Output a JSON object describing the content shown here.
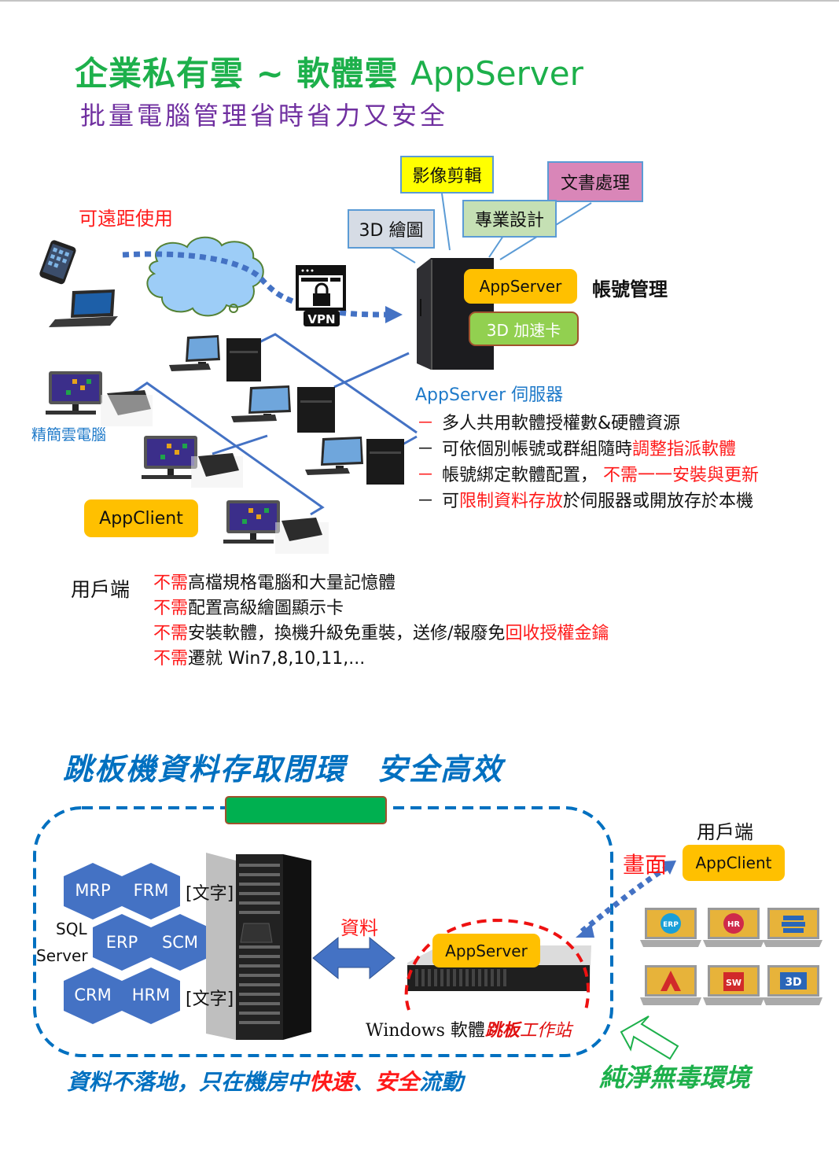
{
  "header": {
    "title_cn": "企業私有雲 ~ 軟體雲",
    "title_en": "AppServer",
    "subtitle": "批量電腦管理省時省力又安全"
  },
  "diagram1": {
    "remote_label": "可遠距使用",
    "vpn_label": "VPN",
    "callouts": [
      {
        "label": "影像剪輯",
        "color": "#ffff00"
      },
      {
        "label": "文書處理",
        "color": "#d986b8"
      },
      {
        "label": "專業設計",
        "color": "#c5e0b4"
      },
      {
        "label": "3D 繪圖",
        "color": "#d6dce5"
      }
    ],
    "server_badge": "AppServer",
    "gpu_badge": "3D 加速卡",
    "account_mgmt": "帳號管理",
    "server_caption": "AppServer 伺服器",
    "thin_client_label": "精簡雲電腦",
    "appclient_badge": "AppClient",
    "features": [
      {
        "dash_red": true,
        "parts": [
          {
            "t": "多人共用軟體授權數&硬體資源",
            "red": false
          }
        ]
      },
      {
        "dash_red": false,
        "parts": [
          {
            "t": "可依個別帳號或群組隨時",
            "red": false
          },
          {
            "t": "調整指派軟體",
            "red": true
          }
        ]
      },
      {
        "dash_red": true,
        "parts": [
          {
            "t": "帳號綁定軟體配置， ",
            "red": false
          },
          {
            "t": "不需一一安裝與更新",
            "red": true
          }
        ]
      },
      {
        "dash_red": false,
        "parts": [
          {
            "t": "可",
            "red": false
          },
          {
            "t": "限制資料存放",
            "red": true
          },
          {
            "t": "於伺服器或開放存於本機",
            "red": false
          }
        ]
      }
    ],
    "dash_char": "－"
  },
  "client_section": {
    "label": "用戶端",
    "rows": [
      [
        {
          "t": "不需",
          "red": true
        },
        {
          "t": "高檔規格電腦和大量記憶體",
          "red": false
        }
      ],
      [
        {
          "t": "不需",
          "red": true
        },
        {
          "t": "配置高級繪圖顯示卡",
          "red": false
        }
      ],
      [
        {
          "t": "不需",
          "red": true
        },
        {
          "t": "安裝軟體，換機升級免重裝，送修/報廢免",
          "red": false
        },
        {
          "t": "回收授權金鑰",
          "red": true
        }
      ],
      [
        {
          "t": "不需",
          "red": true
        },
        {
          "t": "遷就 Win7,8,10,11,...",
          "red": false
        }
      ]
    ]
  },
  "section2": {
    "title": "跳板機資料存取閉環　安全高效",
    "green_bar_color": "#00b050",
    "hexagons": [
      "MRP",
      "FRM",
      "ERP",
      "SCM",
      "CRM",
      "HRM"
    ],
    "sql_label_1": "SQL",
    "sql_label_2": "Server",
    "placeholder_text": "[文字]",
    "data_label": "資料",
    "appserver_badge": "AppServer",
    "windows_text_1": "Windows 軟體",
    "windows_text_2": "跳板",
    "windows_text_3": "工作站",
    "client_side_label": "用戶端",
    "screen_label": "畫面",
    "appclient_badge": "AppClient",
    "laptop_apps": [
      "ERP",
      "HR",
      "stack",
      "A",
      "SW",
      "3D"
    ],
    "bottom_note": [
      {
        "t": "資料不落地，只在機房中",
        "red": false
      },
      {
        "t": "快速",
        "red": true
      },
      {
        "t": "、",
        "red": false
      },
      {
        "t": "安全",
        "red": true
      },
      {
        "t": "流動",
        "red": false
      }
    ],
    "clean_env": "純淨無毒環境"
  }
}
